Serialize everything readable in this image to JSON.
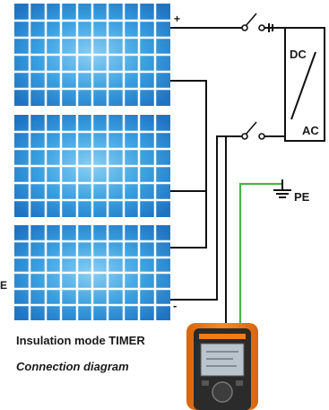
{
  "labels": {
    "plus": "+",
    "minus": "-",
    "dc": "DC",
    "ac": "AC",
    "pe": "PE",
    "pe_left_fragment": "E"
  },
  "captions": {
    "title": "Insulation mode TIMER",
    "subtitle": "Connection diagram"
  },
  "panels": [
    {
      "name": "top-panel",
      "rows": 6,
      "cols": 10
    },
    {
      "name": "middle-panel",
      "rows": 6,
      "cols": 10
    },
    {
      "name": "bottom-panel",
      "rows": 6,
      "cols": 10
    }
  ],
  "colors": {
    "panel_cell": "#2a8fd6",
    "panel_cell_light": "#6ec3f2",
    "panel_frame": "#1f6fb8",
    "wire": "#111111",
    "pe_wire": "#44b649",
    "device_orange": "#f07d1a",
    "device_dark": "#2b2b2b",
    "device_screen": "#b9c4cc"
  }
}
